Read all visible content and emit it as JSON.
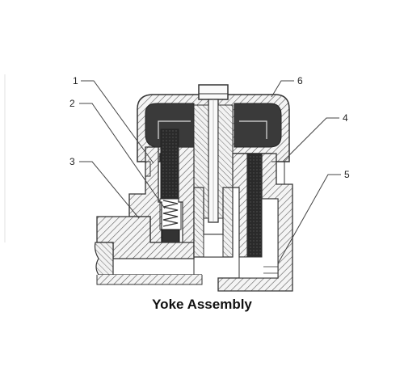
{
  "caption": "Yoke Assembly",
  "callouts": [
    {
      "id": "1",
      "label": "1"
    },
    {
      "id": "2",
      "label": "2"
    },
    {
      "id": "3",
      "label": "3"
    },
    {
      "id": "4",
      "label": "4"
    },
    {
      "id": "5",
      "label": "5"
    },
    {
      "id": "6",
      "label": "6"
    }
  ],
  "colors": {
    "line": "#333333",
    "coil_fill": "#2e2e2e",
    "cap_fill": "#3a3a3a",
    "hatch": "#555555",
    "background": "#ffffff"
  }
}
